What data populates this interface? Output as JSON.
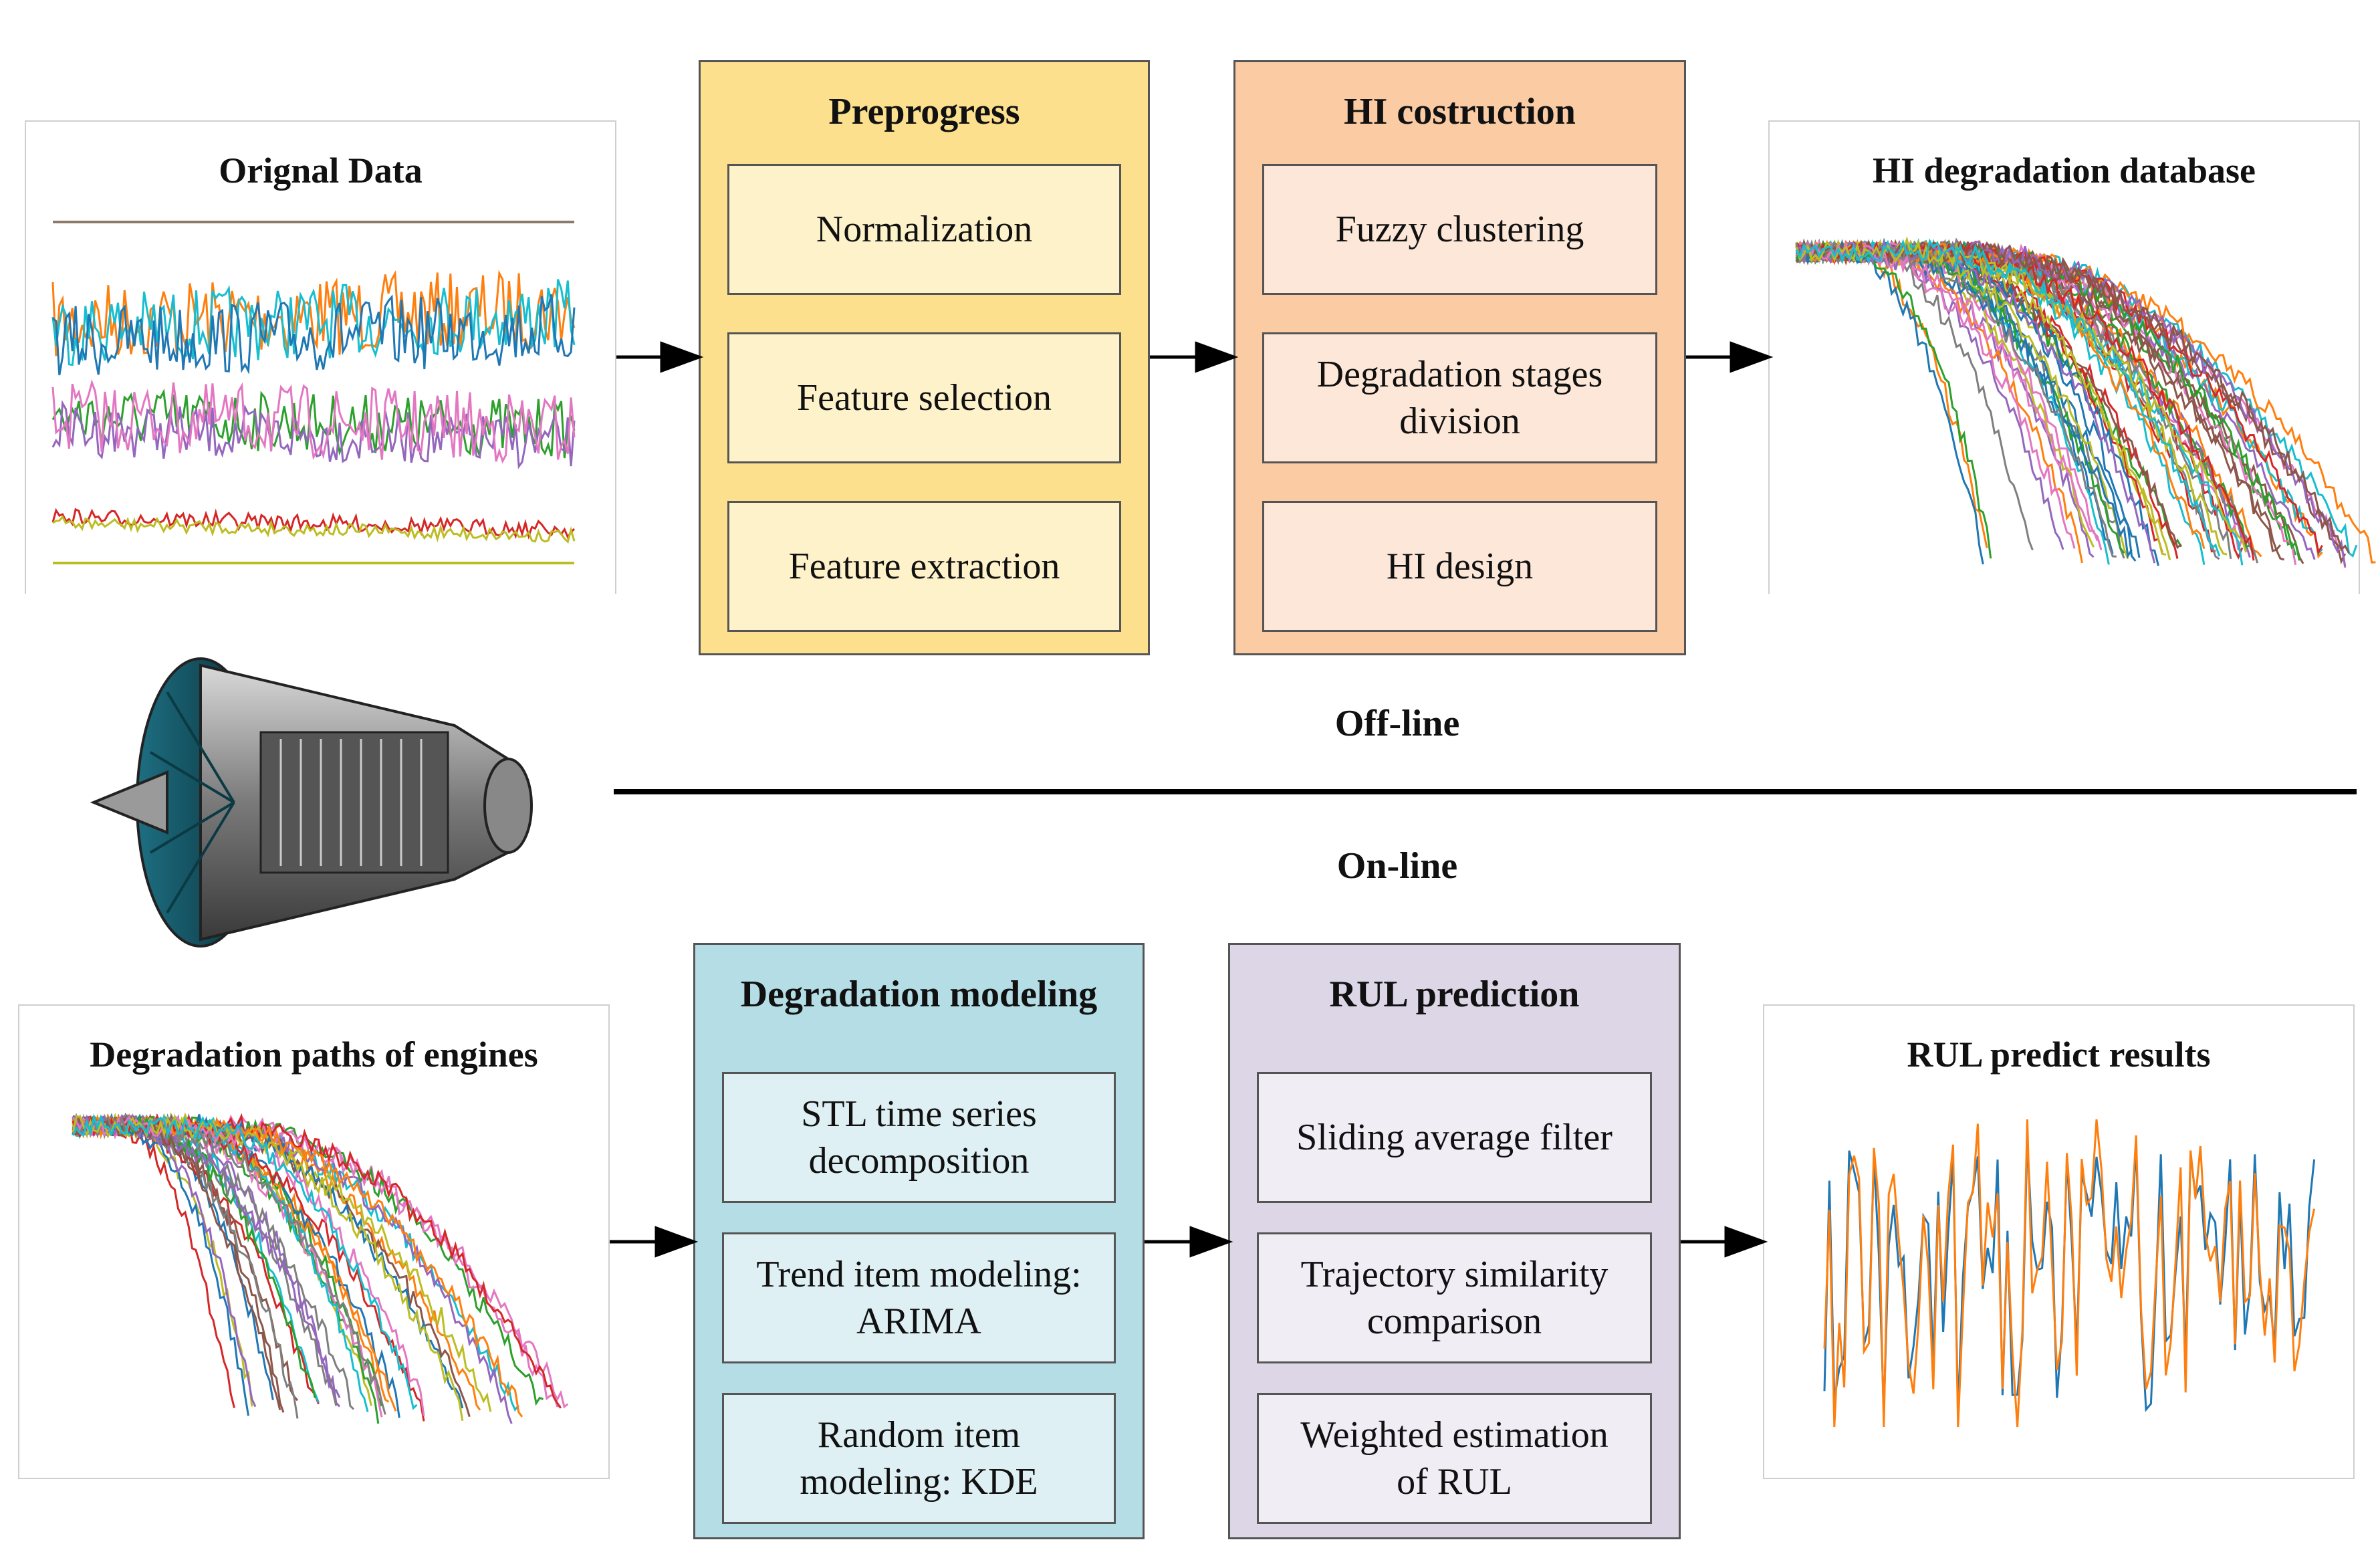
{
  "panels": {
    "original_data": "Orignal Data",
    "hi_database": "HI degradation database",
    "degradation_paths": "Degradation paths of engines",
    "rul_results": "RUL predict results"
  },
  "stages": {
    "preprogress": {
      "title": "Preprogress",
      "items": [
        "Normalization",
        "Feature selection",
        "Feature extraction"
      ]
    },
    "hi_construction": {
      "title": "HI costruction",
      "items": [
        "Fuzzy clustering",
        "Degradation stages\ndivision",
        "HI design"
      ]
    },
    "degradation_modeling": {
      "title": "Degradation modeling",
      "items": [
        "STL time series\ndecomposition",
        "Trend item modeling:\nARIMA",
        "Random item\nmodeling: KDE"
      ]
    },
    "rul_prediction": {
      "title": "RUL prediction",
      "items": [
        "Sliding average filter",
        "Trajectory similarity\ncomparison",
        "Weighted estimation\nof RUL"
      ]
    }
  },
  "labels": {
    "offline": "Off-line",
    "online": "On-line"
  },
  "colors": {
    "preprogress_bg": "#fce08e",
    "hi_construction_bg": "#fbcba4",
    "degradation_modeling_bg": "#b5dde6",
    "rul_prediction_bg": "#dcd6e6",
    "rul_series_1": "#1f77b4",
    "rul_series_2": "#ff7f0e"
  },
  "icons": {
    "engine": "turbofan-engine-icon"
  }
}
